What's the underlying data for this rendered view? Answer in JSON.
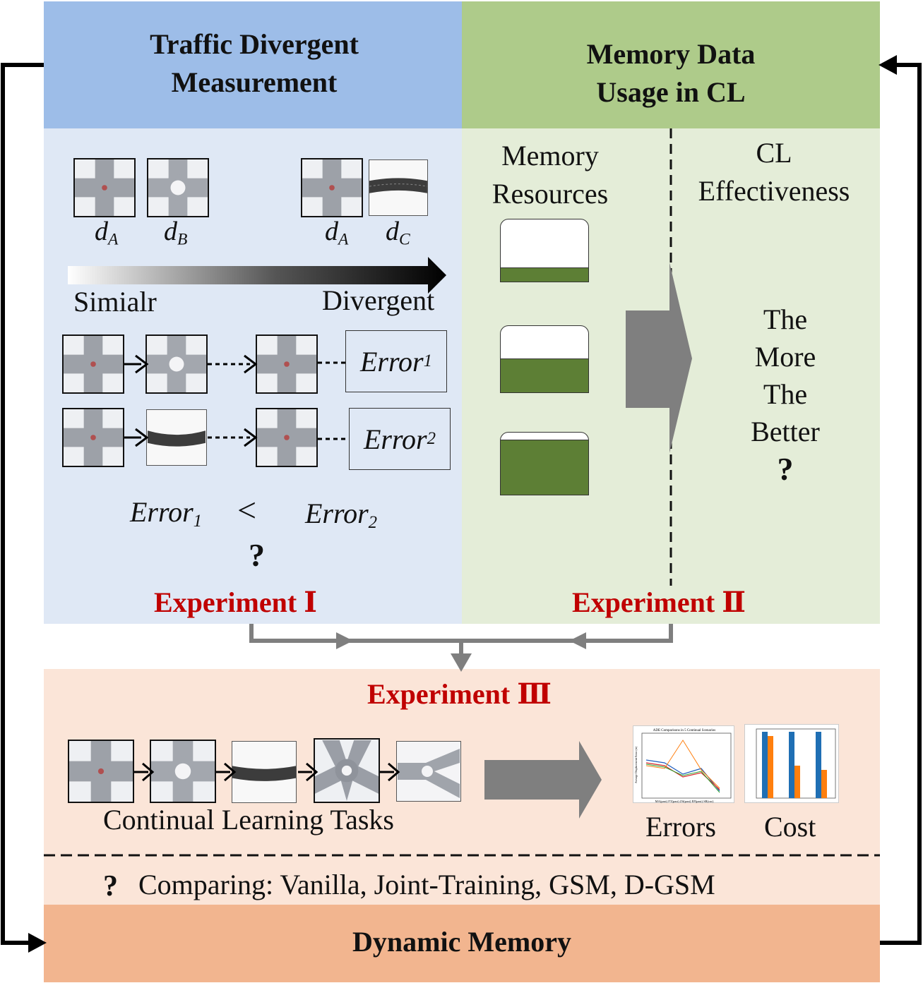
{
  "headers": {
    "left": "Traffic Divergent Measurement",
    "right": "Memory Data Usage in CL",
    "bottom": "Dynamic Memory"
  },
  "measurement": {
    "pair1": {
      "a": "d",
      "a_sub": "A",
      "b": "d",
      "b_sub": "B"
    },
    "pair2": {
      "a": "d",
      "a_sub": "A",
      "b": "d",
      "b_sub": "C"
    },
    "gradient_left": "Simialr",
    "gradient_right": "Divergent",
    "error1": {
      "base": "Error",
      "sub": "1"
    },
    "error2": {
      "base": "Error",
      "sub": "2"
    },
    "comparison_symbol": "<",
    "question": "?"
  },
  "memory": {
    "resources_label": "Memory Resources",
    "effectiveness_label": "CL Effectiveness",
    "levels": [
      0.22,
      0.5,
      0.88
    ],
    "claim_lines": [
      "The",
      "More",
      "The",
      "Better"
    ],
    "question": "?"
  },
  "experiments": {
    "one": "Experiment  Ⅰ",
    "two": "Experiment  Ⅱ",
    "three": "Experiment Ⅲ"
  },
  "cl": {
    "tasks_label": "Continual Learning Tasks",
    "errors_label": "Errors",
    "cost_label": "Cost",
    "comparing_q": "?",
    "comparing_text": "Comparing: Vanilla, Joint-Training, GSM, D-GSM",
    "errors_chart_title": "ADE Comparisons in 5 Continual Scenarios",
    "errors_chart_ylabel": "Average Displacement Error (m)",
    "errors_chart_xlabel": "MA(past) FT(past) ZS(past) EP(past) SR(cur)"
  },
  "colors": {
    "blue_header": "#9dbde8",
    "blue_panel": "#dfe8f5",
    "green_header": "#aecb8a",
    "green_panel": "#e4edd8",
    "orange_panel": "#fbe5d8",
    "orange_header": "#f2b58f",
    "memory_fill": "#5d7f35",
    "experiment_red": "#c00000",
    "arrow_gray": "#7f7f7f"
  }
}
